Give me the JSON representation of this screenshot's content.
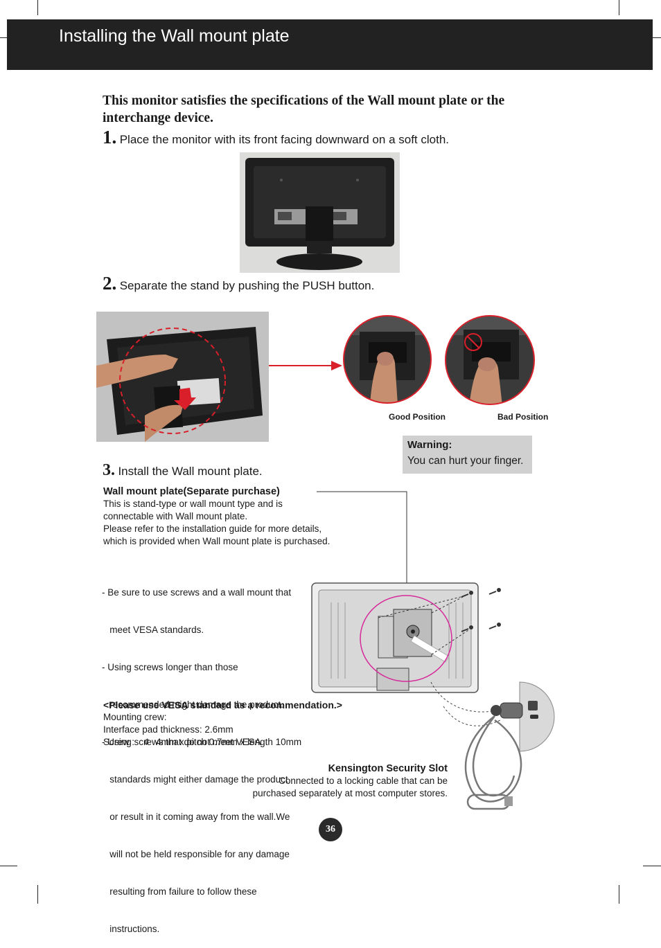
{
  "header": {
    "title": "Installing the Wall mount plate"
  },
  "intro": "This monitor satisfies the specifications of the  Wall mount plate or the interchange device.",
  "steps": [
    {
      "num": "1.",
      "text": "Place the monitor with its front facing downward on a soft cloth."
    },
    {
      "num": "2.",
      "text": "Separate the stand by pushing the PUSH button."
    },
    {
      "num": "3.",
      "text": " Install the Wall mount plate."
    }
  ],
  "positions": {
    "good": "Good Position",
    "bad": "Bad Position"
  },
  "warning": {
    "title": "Warning:",
    "body": "You can hurt your finger."
  },
  "wall_mount": {
    "title": "Wall mount plate(Separate purchase)",
    "lines": [
      "This is stand-type or wall mount type and is",
      "connectable with Wall mount plate.",
      "Please refer to the installation guide for more details,",
      "which is provided when Wall mount plate is purchased."
    ],
    "bullets": [
      "- Be sure to use screws and a wall mount that",
      "   meet VESA standards.",
      "- Using screws longer than those",
      "   recommended might damage the product.",
      "- Using screws that do not meet VESA",
      "   standards might either damage the product",
      "   or result in it coming away from the wall.We",
      "   will not be held responsible for any damage",
      "   resulting from failure to follow these",
      "   instructions."
    ]
  },
  "vesa": {
    "title": "<Please use VESA standard as a recommendation.>",
    "lines": [
      "Mounting crew:",
      "Interface pad thickness: 2.6mm"
    ],
    "screw_label": "Screw :",
    "screw_symbol": "¢",
    "screw_spec": "4mm x pitch 0.7mm x length 10mm"
  },
  "kensington": {
    "title": "Kensington Security Slot",
    "lines": [
      "Connected to a locking cable that can be",
      "purchased separately at most computer stores."
    ]
  },
  "page_number": "36",
  "colors": {
    "header_bg": "#222222",
    "warning_bg": "#d0d0d0",
    "accent_red": "#d81f2a",
    "highlight_magenta": "#d62a9a"
  }
}
